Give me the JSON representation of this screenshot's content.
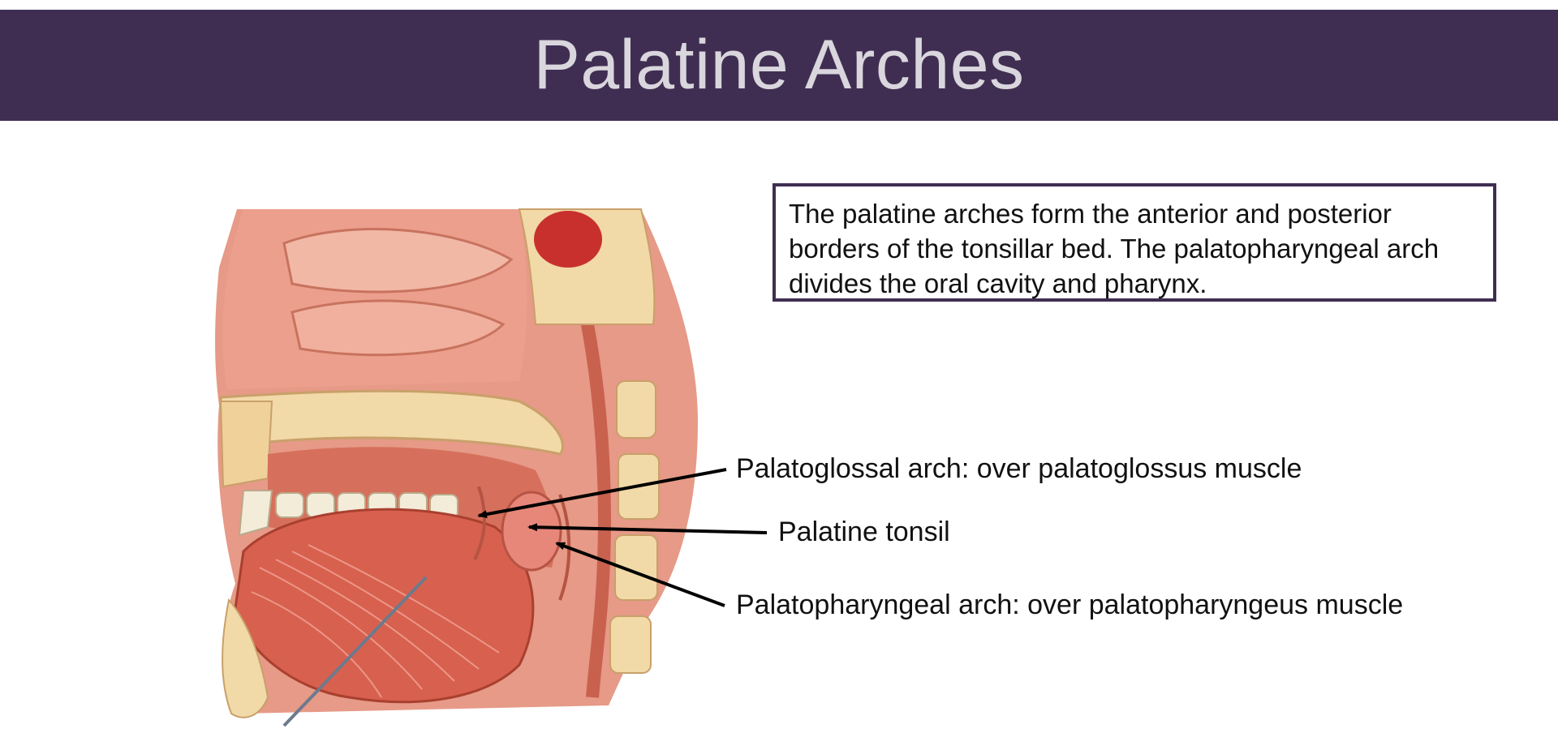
{
  "slide": {
    "title": "Palatine Arches",
    "description": "The palatine arches form the anterior and posterior borders of the tonsillar bed. The palatopharyngeal arch divides the oral cavity and pharynx.",
    "colors": {
      "header_bg": "#402e52",
      "header_text": "#d9d6dd",
      "box_border": "#402e52"
    }
  },
  "labels": {
    "palatoglossal": "Palatoglossal arch: over palatoglossus muscle",
    "tonsil": "Palatine tonsil",
    "palatopharyngeal": "Palatopharyngeal arch: over palatopharyngeus muscle"
  },
  "figure": {
    "icon": "sagittal-section-oral-cavity-illustration"
  }
}
